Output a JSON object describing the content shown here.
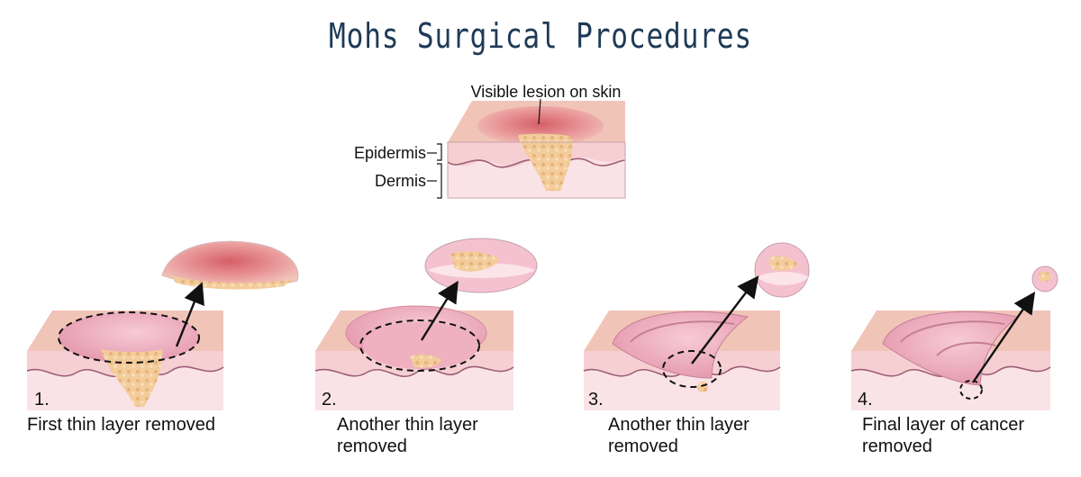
{
  "title": "Mohs Surgical Procedures",
  "top_diagram": {
    "lesion_label": "Visible lesion on skin",
    "epidermis_label": "Epidermis",
    "dermis_label": "Dermis"
  },
  "steps": [
    {
      "number": "1.",
      "caption_line1": "First thin layer removed",
      "caption_line2": ""
    },
    {
      "number": "2.",
      "caption_line1": "Another thin layer",
      "caption_line2": "removed"
    },
    {
      "number": "3.",
      "caption_line1": "Another thin layer",
      "caption_line2": "removed"
    },
    {
      "number": "4.",
      "caption_line1": "Final layer of cancer",
      "caption_line2": "removed"
    }
  ],
  "colors": {
    "title": "#1f3a57",
    "skin_top": "#f3c7c0",
    "skin_side": "#f6d3d5",
    "dermis": "#f9e0e3",
    "wave": "#9c5e77",
    "tumor": "#f0c99a",
    "lesion": "#d9757a",
    "cavity": "#e8a3b4"
  }
}
